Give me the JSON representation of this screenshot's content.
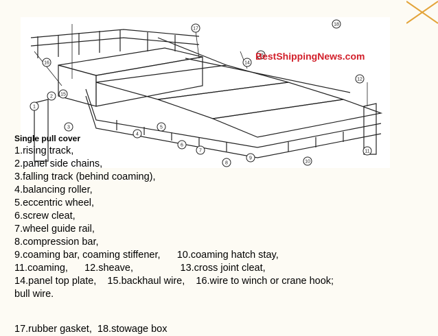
{
  "slide": {
    "watermark": "BestShippingNews.com",
    "heading": "Single pull cover",
    "lines": [
      "1.rising track,",
      "2.panel side chains,",
      "3.falling track (behind coaming),",
      "4.balancing roller,",
      "5.eccentric wheel,",
      "6.screw cleat,",
      "7.wheel guide rail,",
      "8.compression bar,",
      "9.coaming bar, coaming stiffener,      10.coaming hatch stay,",
      "11.coaming,      12.sheave,                 13.cross joint cleat,",
      "14.panel top plate,    15.backhaul wire,    16.wire to winch or crane hook;",
      "bull wire.",
      "17.rubber gasket,  18.stowage box"
    ],
    "callouts": [
      "1",
      "2",
      "3",
      "4",
      "5",
      "6",
      "7",
      "8",
      "9",
      "10",
      "11",
      "12",
      "13",
      "14",
      "15",
      "16",
      "17",
      "18"
    ],
    "colors": {
      "background": "#fdfbf4",
      "watermark": "#d21f2a",
      "accent": "#e3a43a"
    }
  }
}
